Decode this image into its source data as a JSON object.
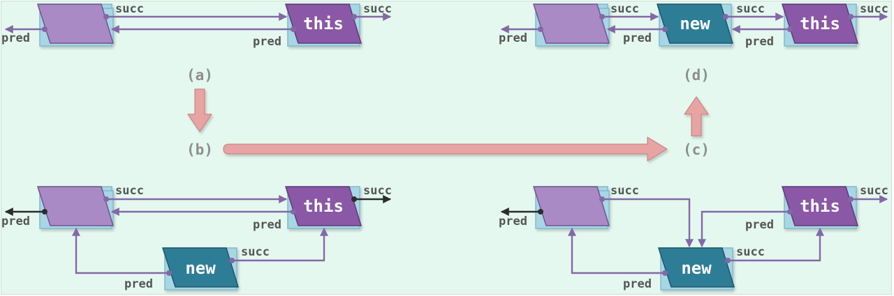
{
  "labels": {
    "this": "this",
    "new": "new",
    "succ": "succ",
    "pred": "pred"
  },
  "steps": {
    "a": "(a)",
    "b": "(b)",
    "c": "(c)",
    "d": "(d)"
  },
  "colors": {
    "background": "#e4f8ef",
    "node_purple": "#8a58a6",
    "node_light_purple": "#a98ac4",
    "node_teal": "#2e7d97",
    "node_box": "#a9d6e5",
    "link": "#8468a6",
    "link_changed": "#2c2c2c",
    "step_arrow": "#e8a3a3"
  }
}
